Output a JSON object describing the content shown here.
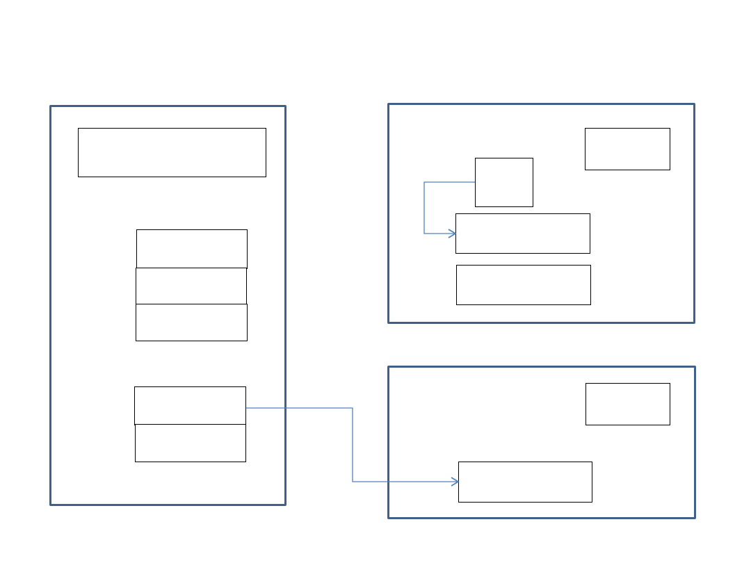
{
  "colors": {
    "panel_border": "#3f6189",
    "connector": "#4f81bd",
    "node_border": "#000000",
    "background": "#ffffff"
  },
  "diagram": {
    "panels": [
      "left-panel",
      "top-right-panel",
      "bottom-right-panel"
    ],
    "connections": [
      {
        "from": "top-right-small-box",
        "to": "top-right-wide-box-1"
      },
      {
        "from": "left-lower-box-1",
        "to": "bottom-right-wide-box"
      }
    ]
  }
}
